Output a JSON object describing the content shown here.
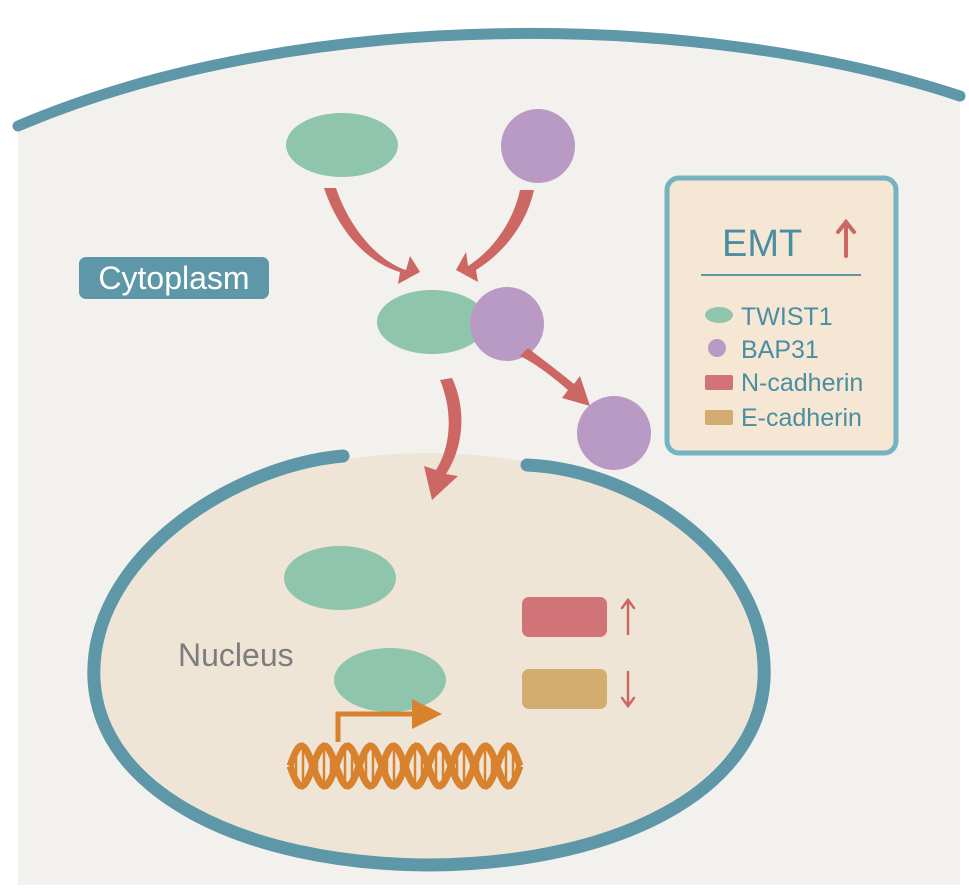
{
  "labels": {
    "cytoplasm": "Cytoplasm",
    "nucleus": "Nucleus"
  },
  "legend": {
    "title": "EMT",
    "title_arrow": "up",
    "items": [
      {
        "label": "TWIST1",
        "shape": "ellipse",
        "color": "#8fc5ad"
      },
      {
        "label": "BAP31",
        "shape": "circle",
        "color": "#b99ac4"
      },
      {
        "label": "N-cadherin",
        "shape": "rect",
        "color": "#d07478"
      },
      {
        "label": "E-cadherin",
        "shape": "rect",
        "color": "#d3ad70"
      }
    ]
  },
  "expression_changes": [
    {
      "protein": "N-cadherin",
      "direction": "up"
    },
    {
      "protein": "E-cadherin",
      "direction": "down"
    }
  ],
  "colors": {
    "membrane": "#5d97a8",
    "cytoplasm_fill": "#f3f1ee",
    "nucleus_fill": "#efe5d7",
    "arrow": "#cc6763",
    "legend_fill": "#f6e6d4",
    "legend_border": "#74b3c2",
    "dna": "#d9822e",
    "twist1": "#8fc5ad",
    "bap31": "#b99ac4",
    "n_cadherin": "#d07478",
    "e_cadherin": "#d3ad70"
  }
}
